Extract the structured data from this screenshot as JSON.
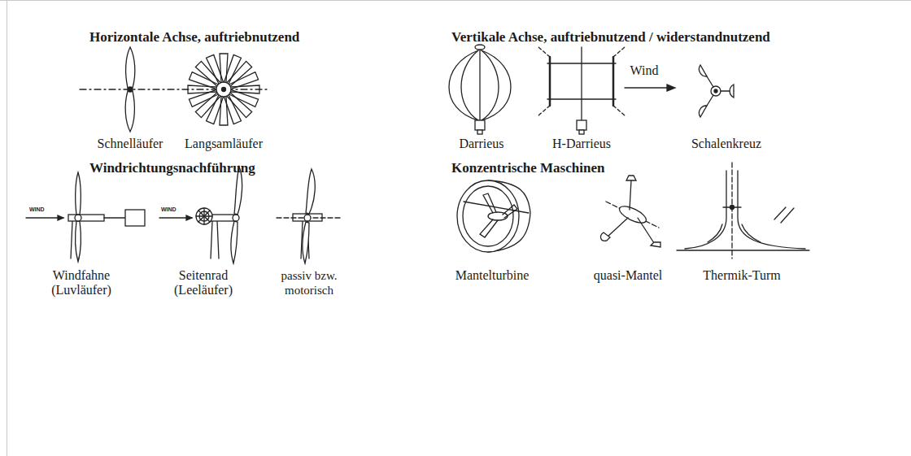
{
  "diagram": {
    "labels": [
      "Horizontale Achse, auftriebnutzend",
      "Schnelläufer",
      "Langsamläufer",
      "Windrichtungsnachführung",
      "WIND",
      "WIND",
      "Windfahne (Luvläufer)",
      "Seitenrad (Leeläufer)",
      "passiv bzw. motorisch",
      "Vertikale Achse, auftriebnutzend / widerstandnutzend",
      "Darrieus",
      "H-Darrieus",
      "Wind",
      "Schalenkreuz",
      "Konzentrische Maschinen",
      "Mantelturbine",
      "quasi-Mantel",
      "Thermik-Turm"
    ]
  }
}
